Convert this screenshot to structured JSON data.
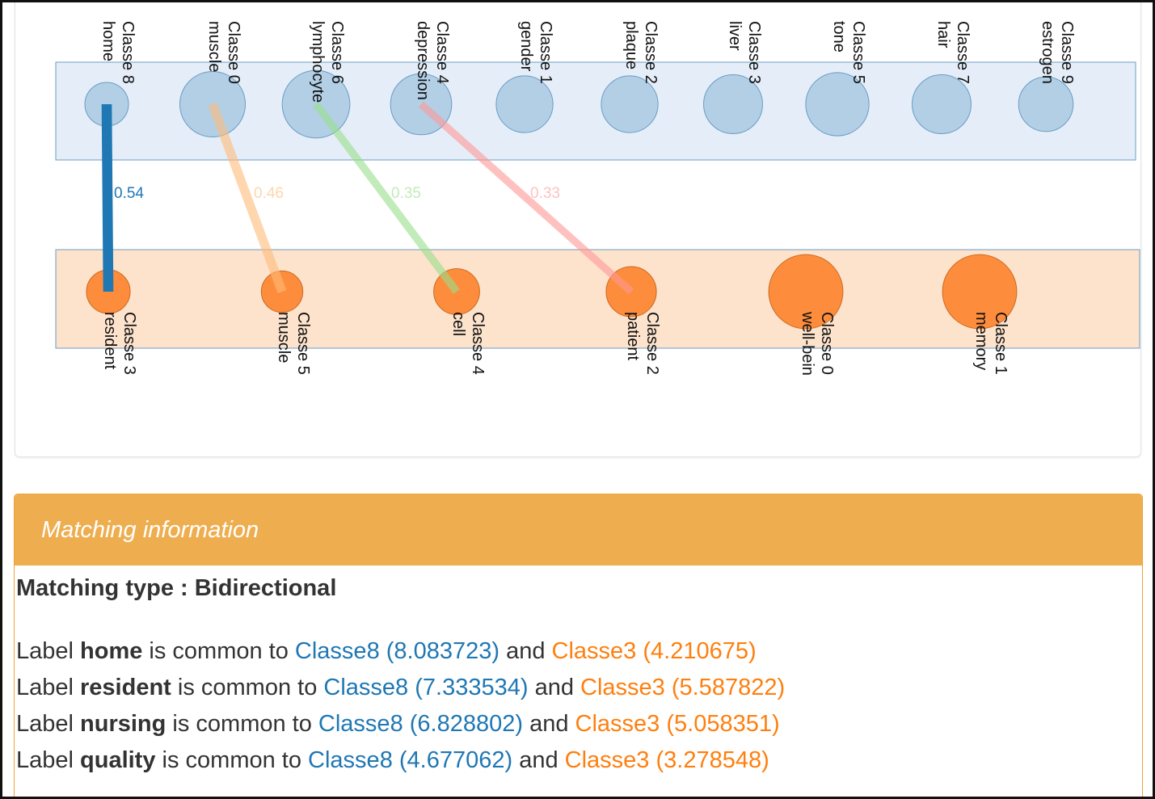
{
  "top_nodes": [
    {
      "id": "8",
      "title": "Classe 8",
      "label": "home",
      "size": 1.0,
      "fill": "#b2cfe6",
      "stroke": "#6a9cc4"
    },
    {
      "id": "0",
      "title": "Classe 0",
      "label": "muscle",
      "size": 1.5,
      "fill": "#b2cfe6",
      "stroke": "#6a9cc4"
    },
    {
      "id": "6",
      "title": "Classe 6",
      "label": "lymphocyte",
      "size": 1.55,
      "fill": "#b2cfe6",
      "stroke": "#6a9cc4"
    },
    {
      "id": "4",
      "title": "Classe 4",
      "label": "depression",
      "size": 1.4,
      "fill": "#b2cfe6",
      "stroke": "#6a9cc4"
    },
    {
      "id": "1",
      "title": "Classe 1",
      "label": "gender",
      "size": 1.3,
      "fill": "#b2cfe6",
      "stroke": "#6a9cc4"
    },
    {
      "id": "2",
      "title": "Classe 2",
      "label": "plaque",
      "size": 1.3,
      "fill": "#b2cfe6",
      "stroke": "#6a9cc4"
    },
    {
      "id": "3",
      "title": "Classe 3",
      "label": "liver",
      "size": 1.35,
      "fill": "#b2cfe6",
      "stroke": "#6a9cc4"
    },
    {
      "id": "5",
      "title": "Classe 5",
      "label": "tone",
      "size": 1.45,
      "fill": "#b2cfe6",
      "stroke": "#6a9cc4"
    },
    {
      "id": "7",
      "title": "Classe 7",
      "label": "hair",
      "size": 1.35,
      "fill": "#b2cfe6",
      "stroke": "#6a9cc4"
    },
    {
      "id": "9",
      "title": "Classe 9",
      "label": "estrogen",
      "size": 1.25,
      "fill": "#b2cfe6",
      "stroke": "#6a9cc4"
    }
  ],
  "bottom_nodes": [
    {
      "id": "3",
      "title": "Classe 3",
      "label": "resident",
      "size": 1.0,
      "fill": "#fd8d3c",
      "stroke": "#c96a20"
    },
    {
      "id": "5",
      "title": "Classe 5",
      "label": "muscle",
      "size": 0.95,
      "fill": "#fd8d3c",
      "stroke": "#c96a20"
    },
    {
      "id": "4",
      "title": "Classe 4",
      "label": "cell",
      "size": 1.05,
      "fill": "#fd8d3c",
      "stroke": "#c96a20"
    },
    {
      "id": "2",
      "title": "Classe 2",
      "label": "patient",
      "size": 1.15,
      "fill": "#fd8d3c",
      "stroke": "#c96a20"
    },
    {
      "id": "0",
      "title": "Classe 0",
      "label": "well-bein",
      "size": 1.7,
      "fill": "#fd8d3c",
      "stroke": "#c96a20"
    },
    {
      "id": "1",
      "title": "Classe 1",
      "label": "memory",
      "size": 1.7,
      "fill": "#fd8d3c",
      "stroke": "#c96a20"
    }
  ],
  "links": [
    {
      "from": 0,
      "to": 0,
      "value": "0.54",
      "weight": 0.54,
      "color": "#1f77b4",
      "opacity": 1.0
    },
    {
      "from": 1,
      "to": 1,
      "value": "0.46",
      "weight": 0.46,
      "color": "#ffbb78",
      "opacity": 0.6
    },
    {
      "from": 2,
      "to": 2,
      "value": "0.35",
      "weight": 0.35,
      "color": "#98df8a",
      "opacity": 0.6
    },
    {
      "from": 3,
      "to": 3,
      "value": "0.33",
      "weight": 0.33,
      "color": "#ff9896",
      "opacity": 0.6
    }
  ],
  "colors": {
    "top_band": "#e5eef8",
    "top_band_stroke": "#6a9cc4",
    "bottom_band": "#fde2cc",
    "bottom_band_stroke": "#6a9cc4",
    "panel_heading": "#eeae4f",
    "classe_blue": "#1f77b4",
    "classe_orange": "#ff7f0e"
  },
  "info": {
    "heading": "Matching information",
    "matching_type": "Matching type : Bidirectional",
    "common_labels": [
      {
        "prefix": "Label ",
        "label": "home",
        "middle": " is common to ",
        "class_a": "Classe8 (8.083723)",
        "joiner": " and ",
        "class_b": "Classe3 (4.210675)"
      },
      {
        "prefix": "Label ",
        "label": "resident",
        "middle": " is common to ",
        "class_a": "Classe8 (7.333534)",
        "joiner": " and ",
        "class_b": "Classe3 (5.587822)"
      },
      {
        "prefix": "Label ",
        "label": "nursing",
        "middle": " is common to ",
        "class_a": "Classe8 (6.828802)",
        "joiner": " and ",
        "class_b": "Classe3 (5.058351)"
      },
      {
        "prefix": "Label ",
        "label": "quality",
        "middle": " is common to ",
        "class_a": "Classe8 (4.677062)",
        "joiner": " and ",
        "class_b": "Classe3 (3.278548)"
      }
    ]
  }
}
